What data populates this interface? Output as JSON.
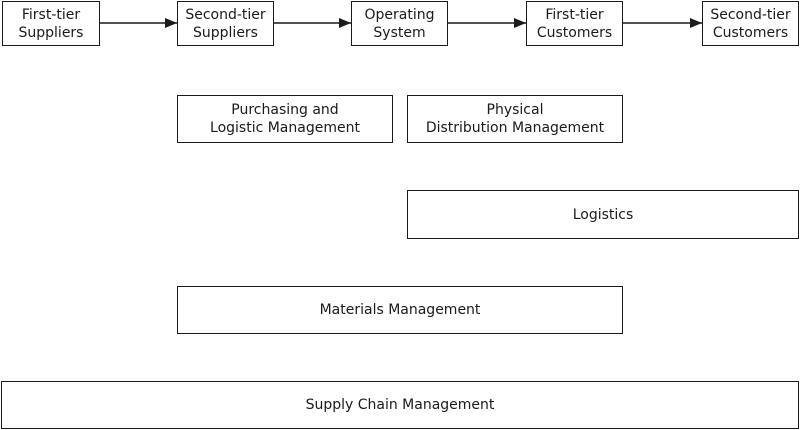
{
  "flow": {
    "nodes": [
      {
        "id": "first-tier-suppliers",
        "label": "First-tier\nSuppliers"
      },
      {
        "id": "second-tier-suppliers",
        "label": "Second-tier\nSuppliers"
      },
      {
        "id": "operating-system",
        "label": "Operating\nSystem"
      },
      {
        "id": "first-tier-customers",
        "label": "First-tier\nCustomers"
      },
      {
        "id": "second-tier-customers",
        "label": "Second-tier\nCustomers"
      }
    ],
    "edges": [
      {
        "from": "first-tier-suppliers",
        "to": "second-tier-suppliers"
      },
      {
        "from": "second-tier-suppliers",
        "to": "operating-system"
      },
      {
        "from": "operating-system",
        "to": "first-tier-customers"
      },
      {
        "from": "first-tier-customers",
        "to": "second-tier-customers"
      }
    ]
  },
  "scopes": {
    "purchasing": "Purchasing and\nLogistic Management",
    "physical_distribution": "Physical\nDistribution Management",
    "logistics": "Logistics",
    "materials": "Materials Management",
    "supply_chain": "Supply Chain Management"
  },
  "colors": {
    "stroke": "#1a1a1a",
    "background": "#ffffff"
  }
}
